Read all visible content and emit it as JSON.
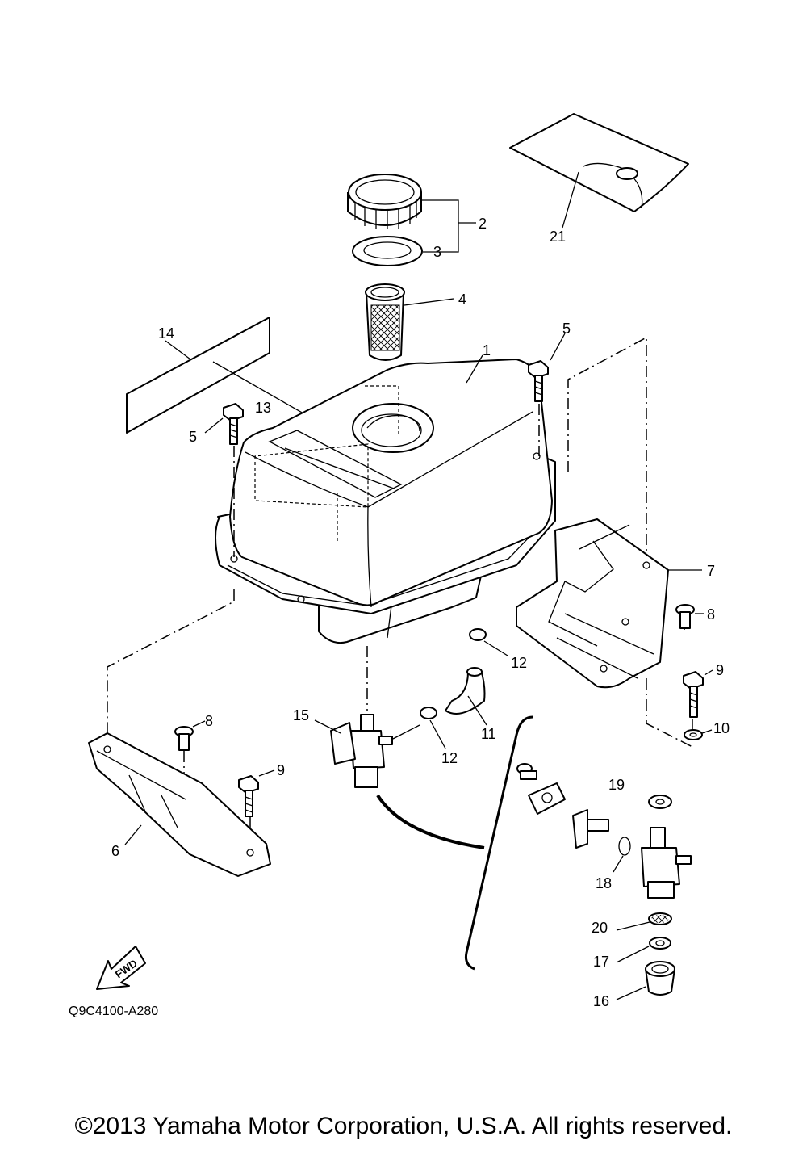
{
  "callouts": {
    "c1": "1",
    "c2": "2",
    "c3": "3",
    "c4": "4",
    "c5a": "5",
    "c5b": "5",
    "c6": "6",
    "c7": "7",
    "c8a": "8",
    "c8b": "8",
    "c9a": "9",
    "c9b": "9",
    "c10": "10",
    "c11": "11",
    "c12a": "12",
    "c12b": "12",
    "c13": "13",
    "c14": "14",
    "c15": "15",
    "c16": "16",
    "c17": "17",
    "c18": "18",
    "c19": "19",
    "c20": "20",
    "c21": "21"
  },
  "fwd_label": "FWD",
  "diagram_code": "Q9C4100-A280",
  "copyright": "©2013 Yamaha Motor Corporation, U.S.A. All rights reserved."
}
